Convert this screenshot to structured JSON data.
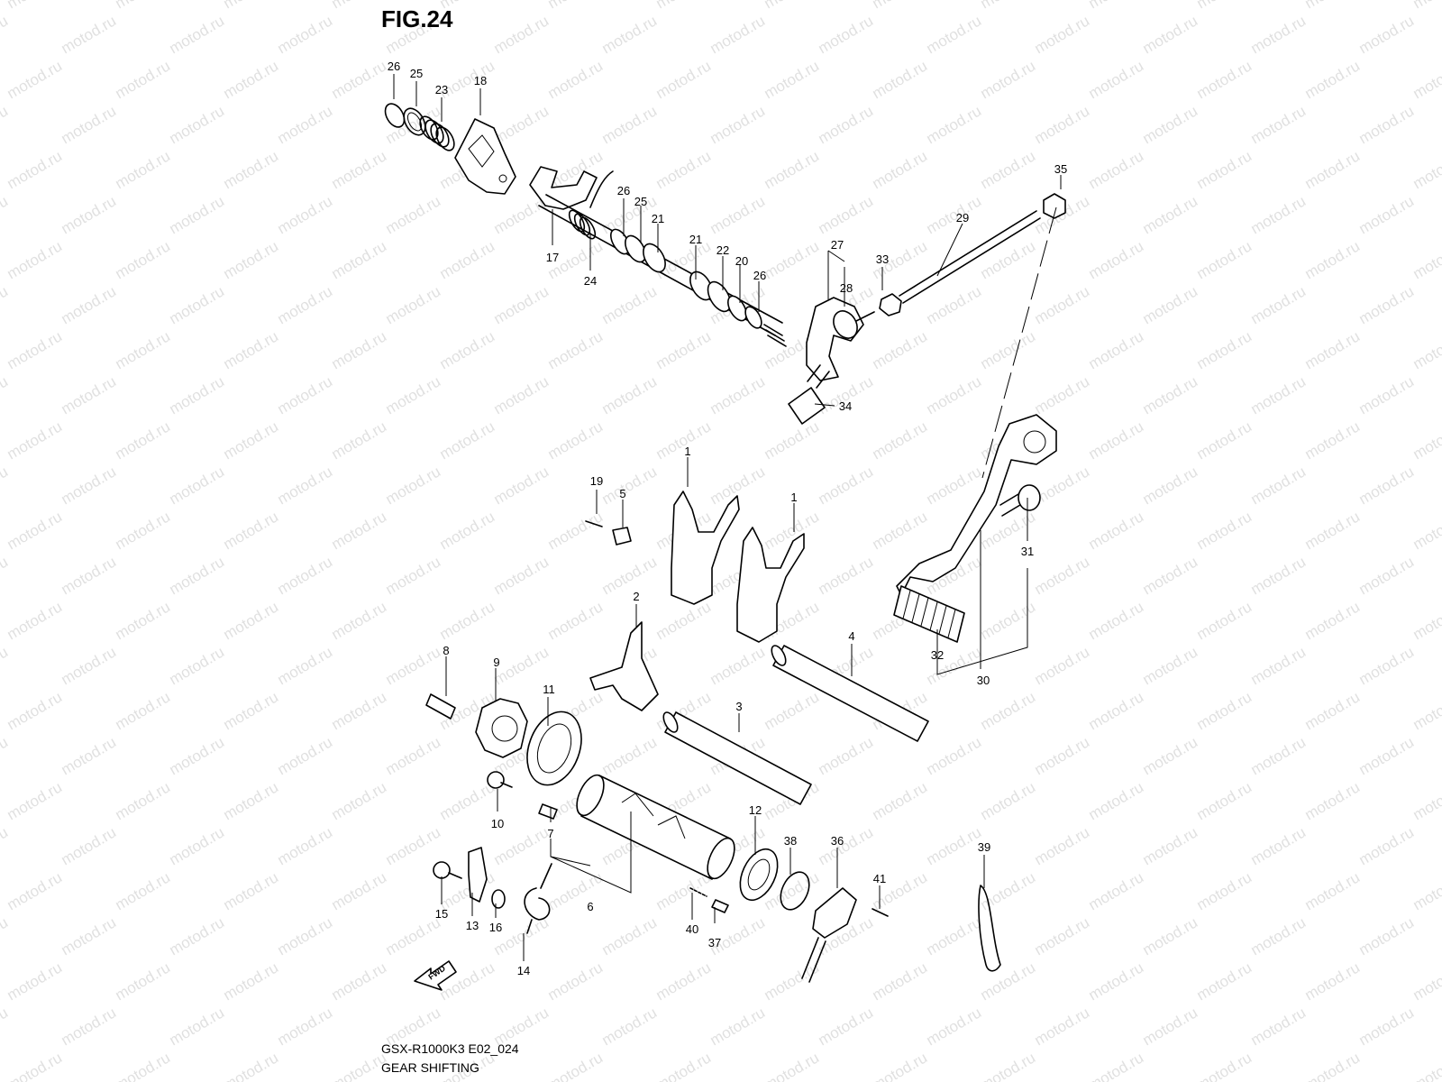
{
  "figure": {
    "title": "FIG.24",
    "model_code": "GSX-R1000K3 E02_024",
    "caption": "GEAR SHIFTING",
    "watermark": "motod.ru",
    "fwd_label": "FWD"
  },
  "callouts": [
    {
      "id": "c26a",
      "text": "26"
    },
    {
      "id": "c25a",
      "text": "25"
    },
    {
      "id": "c23",
      "text": "23"
    },
    {
      "id": "c18",
      "text": "18"
    },
    {
      "id": "c17",
      "text": "17"
    },
    {
      "id": "c24",
      "text": "24"
    },
    {
      "id": "c26b",
      "text": "26"
    },
    {
      "id": "c25b",
      "text": "25"
    },
    {
      "id": "c21a",
      "text": "21"
    },
    {
      "id": "c21b",
      "text": "21"
    },
    {
      "id": "c22",
      "text": "22"
    },
    {
      "id": "c20",
      "text": "20"
    },
    {
      "id": "c26c",
      "text": "26"
    },
    {
      "id": "c27",
      "text": "27"
    },
    {
      "id": "c28",
      "text": "28"
    },
    {
      "id": "c33",
      "text": "33"
    },
    {
      "id": "c29",
      "text": "29"
    },
    {
      "id": "c35",
      "text": "35"
    },
    {
      "id": "c34",
      "text": "34"
    },
    {
      "id": "c1a",
      "text": "1"
    },
    {
      "id": "c1b",
      "text": "1"
    },
    {
      "id": "c19",
      "text": "19"
    },
    {
      "id": "c5",
      "text": "5"
    },
    {
      "id": "c31",
      "text": "31"
    },
    {
      "id": "c2",
      "text": "2"
    },
    {
      "id": "c4",
      "text": "4"
    },
    {
      "id": "c32",
      "text": "32"
    },
    {
      "id": "c30",
      "text": "30"
    },
    {
      "id": "c8",
      "text": "8"
    },
    {
      "id": "c9",
      "text": "9"
    },
    {
      "id": "c11",
      "text": "11"
    },
    {
      "id": "c3",
      "text": "3"
    },
    {
      "id": "c10",
      "text": "10"
    },
    {
      "id": "c7",
      "text": "7"
    },
    {
      "id": "c12",
      "text": "12"
    },
    {
      "id": "c38",
      "text": "38"
    },
    {
      "id": "c36",
      "text": "36"
    },
    {
      "id": "c39",
      "text": "39"
    },
    {
      "id": "c41",
      "text": "41"
    },
    {
      "id": "c6",
      "text": "6"
    },
    {
      "id": "c15",
      "text": "15"
    },
    {
      "id": "c13",
      "text": "13"
    },
    {
      "id": "c16",
      "text": "16"
    },
    {
      "id": "c14",
      "text": "14"
    },
    {
      "id": "c40",
      "text": "40"
    },
    {
      "id": "c37",
      "text": "37"
    }
  ]
}
